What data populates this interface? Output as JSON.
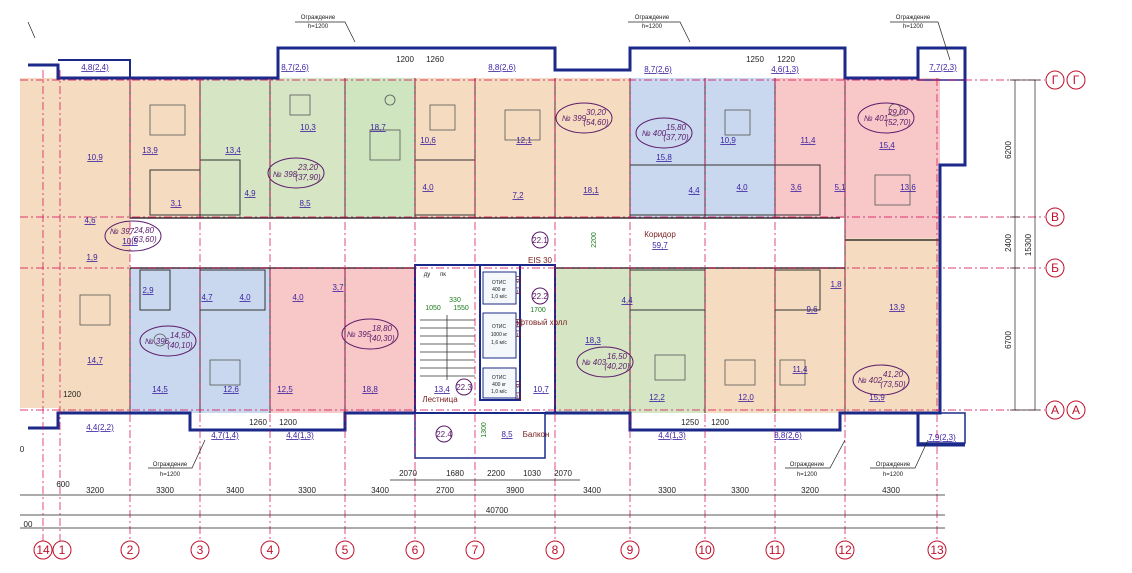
{
  "fence_labels": [
    {
      "id": "f1",
      "title": "Ограждение",
      "sub": "h=1200"
    },
    {
      "id": "f2",
      "title": "Ограждение",
      "sub": "h=1200"
    },
    {
      "id": "f3",
      "title": "Ограждение",
      "sub": "h=1200"
    },
    {
      "id": "f4",
      "title": "Ограждение",
      "sub": "h=1200"
    },
    {
      "id": "f5",
      "title": "Ограждение",
      "sub": "h=1200"
    },
    {
      "id": "f6",
      "title": "Ограждение",
      "sub": "h=1200"
    }
  ],
  "balconies": [
    "4,8(2,4)",
    "8,7(2,6)",
    "8,8(2,6)",
    "8,7(2,6)",
    "4,6(1,3)",
    "7,7(2,3)",
    "4,7(1,4)",
    "4,4(1,3)",
    "4,4(1,3)",
    "8,8(2,6)",
    "7,9(2,3)",
    "4,4(2,2)"
  ],
  "window_dims": [
    "1200",
    "1260",
    "1250",
    "1220",
    "1260",
    "1200",
    "1250",
    "1200",
    "1200"
  ],
  "rooms": [
    "10,9",
    "13,9",
    "13,4",
    "10,3",
    "18,7",
    "10,6",
    "12,1",
    "18,1",
    "15,8",
    "10,9",
    "11,4",
    "15,4",
    "13,6",
    "4,6",
    "1,9",
    "3,1",
    "4,9",
    "8,5",
    "4,0",
    "7,2",
    "4,4",
    "4,0",
    "3,6",
    "5,1",
    "2,9",
    "4,7",
    "4,0",
    "4,0",
    "3,7",
    "1,8",
    "9,6",
    "13,9",
    "14,7",
    "14,5",
    "12,6",
    "12,5",
    "18,8",
    "13,4",
    "10,7",
    "18,3",
    "12,2",
    "12,0",
    "11,4",
    "15,9",
    "4,4",
    "10,5",
    "8,5"
  ],
  "apartments": [
    {
      "no": "№ 397",
      "a": "24,80",
      "b": "(63,60)"
    },
    {
      "no": "№ 398",
      "a": "23,20",
      "b": "(37,90)"
    },
    {
      "no": "№ 399",
      "a": "30,20",
      "b": "(54,60)"
    },
    {
      "no": "№ 400",
      "a": "15,80",
      "b": "(37,70)"
    },
    {
      "no": "№ 401",
      "a": "29,00",
      "b": "(52,70)"
    },
    {
      "no": "№ 396",
      "a": "14,50",
      "b": "(40,10)"
    },
    {
      "no": "№ 395",
      "a": "18,80",
      "b": "(40,30)"
    },
    {
      "no": "№ 403",
      "a": "16,50",
      "b": "(40,20)"
    },
    {
      "no": "№ 402",
      "a": "41,20",
      "b": "(73,50)"
    }
  ],
  "core": {
    "corridor": "Коридор",
    "corridor_area": "59,7",
    "eis": "EIS 30",
    "lift_hall": "Лифтовый холл",
    "stair": "Лестница",
    "balcony": "Балкон",
    "ei60": "EI 60",
    "ei30a": "EI 30",
    "ei30b": "EI 30",
    "nodes": [
      "22.1",
      "22.2",
      "22.3",
      "22.4"
    ],
    "lift_labels": [
      {
        "a": "ОТИС",
        "b": "400 кг",
        "c": "1,0 м/с"
      },
      {
        "a": "ОТИС",
        "b": "1000 кг",
        "c": "1,6 м/с"
      },
      {
        "a": "ОТИС",
        "b": "400 кг",
        "c": "1,0 м/с"
      }
    ],
    "core_dims": [
      "1050",
      "330",
      "1550",
      "1700",
      "2200",
      "1300",
      "8,5"
    ],
    "lift_small": [
      "ду",
      "пк"
    ]
  },
  "vertical_dims": [
    "6200",
    "2400",
    "15300",
    "6700"
  ],
  "row_axes": [
    "Г",
    "В",
    "Б",
    "А"
  ],
  "bottom_small_dims": [
    "2070",
    "1680",
    "2200",
    "1030",
    "2070"
  ],
  "bottom_dims": [
    "3200",
    "3300",
    "3400",
    "3300",
    "3400",
    "2700",
    "3900",
    "3400",
    "3300",
    "3300",
    "3200",
    "4300"
  ],
  "offset_dim": "600",
  "total_dim": "40700",
  "left_cut": [
    "00",
    "0"
  ],
  "col_axes": [
    "14",
    "1",
    "2",
    "3",
    "4",
    "5",
    "6",
    "7",
    "8",
    "9",
    "10",
    "11",
    "12",
    "13"
  ]
}
